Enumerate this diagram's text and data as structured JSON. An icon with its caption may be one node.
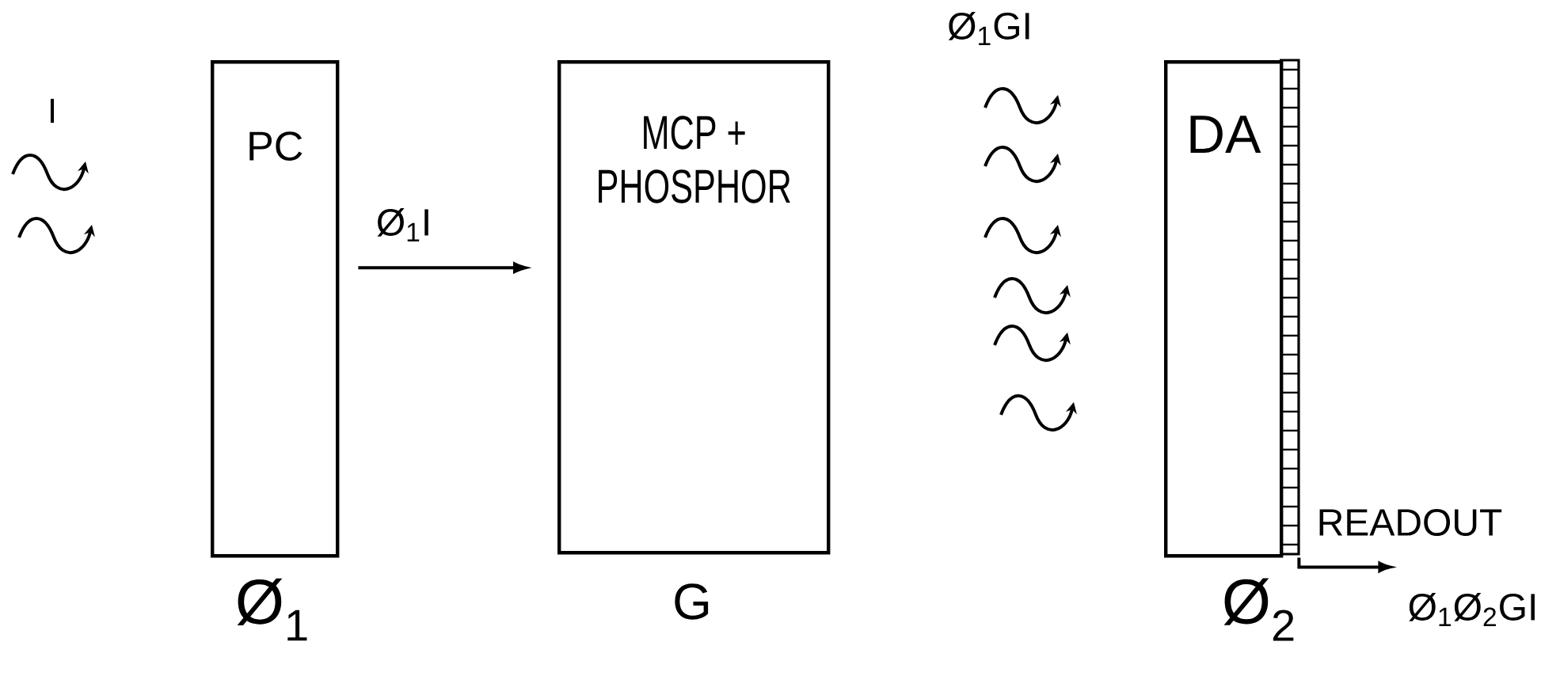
{
  "diagram": {
    "nodes": [
      {
        "text": [
          "PC"
        ],
        "beside": [
          "Ø$_{1}$"
        ]
      },
      {
        "text": [
          "MCP + PHOSPHOR"
        ],
        "beside": [
          "G"
        ]
      },
      {
        "text": [
          "DA"
        ],
        "beside": [
          "Ø$_{2}$"
        ]
      }
    ],
    "edges": [
      {
        "from": 0,
        "to": 1,
        "arrow": "to",
        "label": "Ø$_{1}$I"
      },
      {
        "from": 2,
        "to": null,
        "arrow": "to",
        "label": "READOUT"
      }
    ],
    "labels": [
      "I",
      "Ø$_{1}$GI",
      "Ø$_{1}$Ø$_{2}$GI"
    ]
  }
}
